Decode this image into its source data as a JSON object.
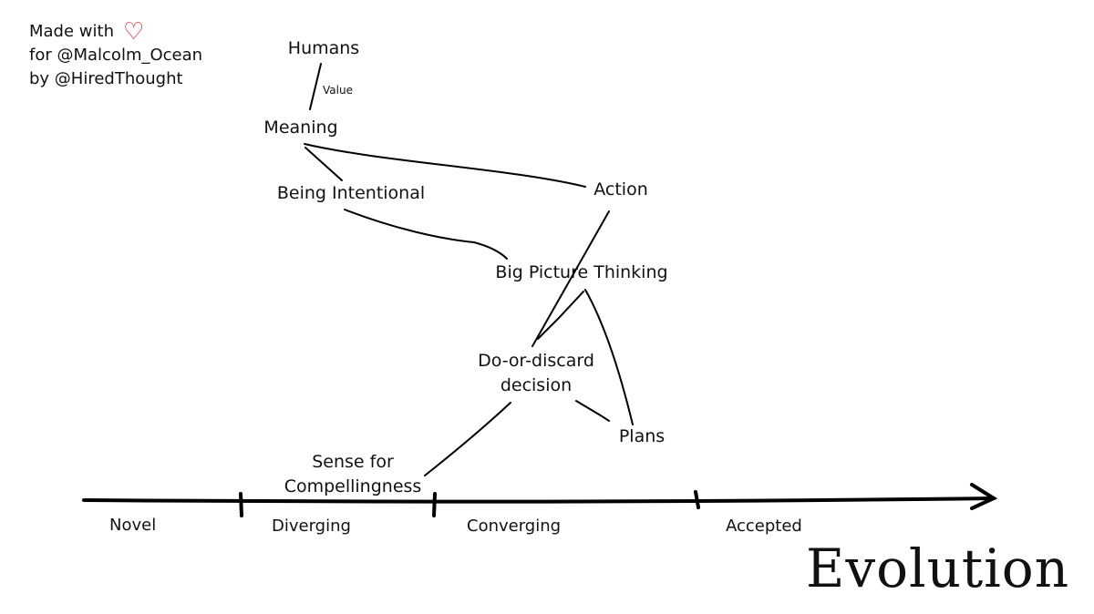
{
  "credit": {
    "line1": "Made with",
    "line2": "for @Malcolm_Ocean",
    "line3": "by @HiredThought",
    "heart_color": "#d81b2c"
  },
  "nodes": {
    "humans": "Humans",
    "value": "Value",
    "meaning": "Meaning",
    "being_intentional": "Being Intentional",
    "action": "Action",
    "big_picture": "Big Picture Thinking",
    "do_or_discard_1": "Do-or-discard",
    "do_or_discard_2": "decision",
    "plans": "Plans",
    "sense_1": "Sense for",
    "sense_2": "Compellingness"
  },
  "axis": {
    "stages": [
      "Novel",
      "Diverging",
      "Converging",
      "Accepted"
    ],
    "title": "Evolution"
  }
}
